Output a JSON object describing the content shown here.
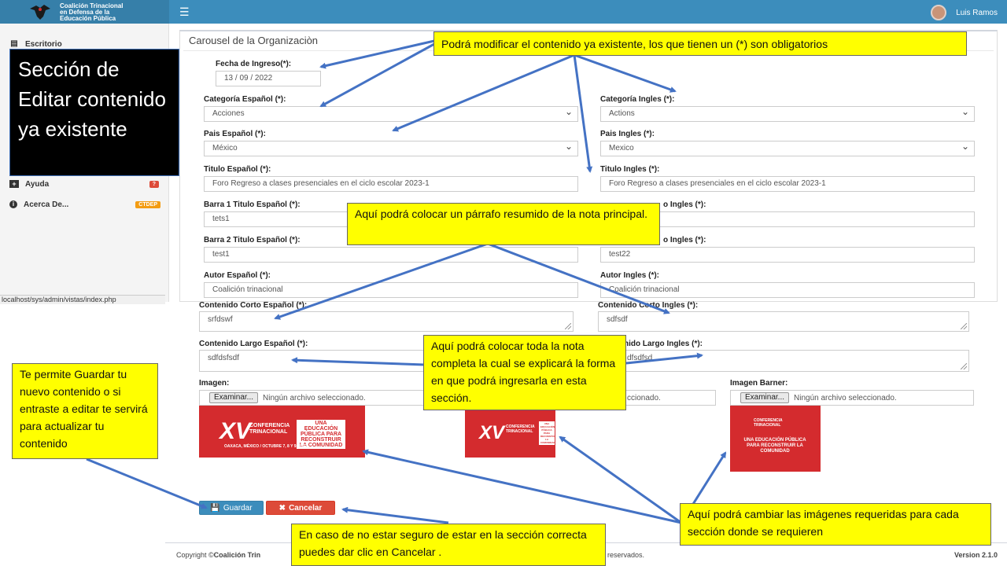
{
  "topbar": {
    "logo_text": [
      "Coalición Trinacional",
      "en Defensa de la",
      "Educación Pública"
    ],
    "user_name": "Luis Ramos"
  },
  "sidebar": {
    "items": [
      {
        "label": "Escritorio",
        "badge": ""
      },
      {
        "label": "Ayuda",
        "badge": "?"
      },
      {
        "label": "Acerca De...",
        "badge": "CTDEP"
      }
    ],
    "url": "localhost/sys/admin/vistas/index.php"
  },
  "panel": {
    "title": "Carousel de la Organizaciòn",
    "fecha_label": "Fecha de Ingreso(*):",
    "fecha_value": "13 / 09 / 2022",
    "cat_es_label": "Categoría Español (*):",
    "cat_es_value": "Acciones",
    "cat_en_label": "Categoría Ingles (*):",
    "cat_en_value": "Actions",
    "pais_es_label": "Pais Español (*):",
    "pais_es_value": "México",
    "pais_en_label": "Pais Ingles (*):",
    "pais_en_value": "Mexico",
    "tit_es_label": "Titulo Español (*):",
    "tit_es_value": "Foro Regreso a clases presenciales en el ciclo escolar 2023-1",
    "tit_en_label": "Titulo Ingles (*):",
    "tit_en_value": "Foro Regreso a clases presenciales en el ciclo escolar 2023-1",
    "b1_es_label": "Barra 1 Titulo Español (*):",
    "b1_es_value": "tets1",
    "b1_en_label": "o Ingles (*):",
    "b1_en_value": "",
    "b2_es_label": "Barra 2 Titulo Español (*):",
    "b2_es_value": "test1",
    "b2_en_label": "o Ingles (*):",
    "b2_en_value": "test22",
    "aut_es_label": "Autor Español (*):",
    "aut_es_value": "Coalición trinacional",
    "aut_en_label": "Autor Ingles (*):",
    "aut_en_value": "Coalición trinacional",
    "cc_es_label": "Contenido Corto Español (*):",
    "cc_es_value": "srfdswf",
    "cc_en_label": "Contenido Corto Ingles (*):",
    "cc_en_value": "sdfsdf",
    "cl_es_label": "Contenido Largo Español (*):",
    "cl_es_value": "sdfdsfsdf",
    "cl_en_label": "nido Largo Ingles (*):",
    "cl_en_value": "dfsdfsd",
    "img_label": "Imagen:",
    "img_barner_label": "Imagen Barner:",
    "file_btn": "Examinar...",
    "file_none": "Ningún archivo seleccionado.",
    "file_none_partial": "ccionado.",
    "save": "Guardar",
    "cancel": "Cancelar"
  },
  "banner": {
    "number": "XV",
    "conf": "CONFERENCIA TRINACIONAL",
    "slogan": "UNA EDUCACIÓN PÚBLICA PARA RECONSTRUIR LA COMUNIDAD",
    "place": "OAXACA, MÉXICO / OCTUBRE 7, 8 Y 9, 2022"
  },
  "footer": {
    "left_prefix": "Copyright ©",
    "left_bold": "Coalición Trin",
    "mid": "reservados.",
    "right": "Version 2.1.0"
  },
  "annotations": {
    "black": "Sección de Editar contenido ya existente",
    "top": "Podrá modificar el contenido ya existente, los que tienen un (*) son obligatorios",
    "summary": "Aquí podrá colocar un párrafo resumido de la nota principal.",
    "full": "Aquí podrá colocar toda la nota completa la cual se explicará la forma en que podrá ingresarla en esta sección.",
    "save": "Te permite Guardar tu nuevo contenido o si entraste a editar te servirá para actualizar tu contenido",
    "cancel": "En caso de no estar seguro de estar en la sección correcta puedes dar clic en Cancelar .",
    "images": "Aquí podrá cambiar las imágenes requeridas para cada sección donde se requieren"
  },
  "colors": {
    "topbar": "#3c8dbc",
    "save_button": "#3c8dbc",
    "cancel_button": "#dd4b39",
    "annotation_bg": "#ffff00",
    "arrow": "#4472c4",
    "banner": "#d42b2e"
  }
}
